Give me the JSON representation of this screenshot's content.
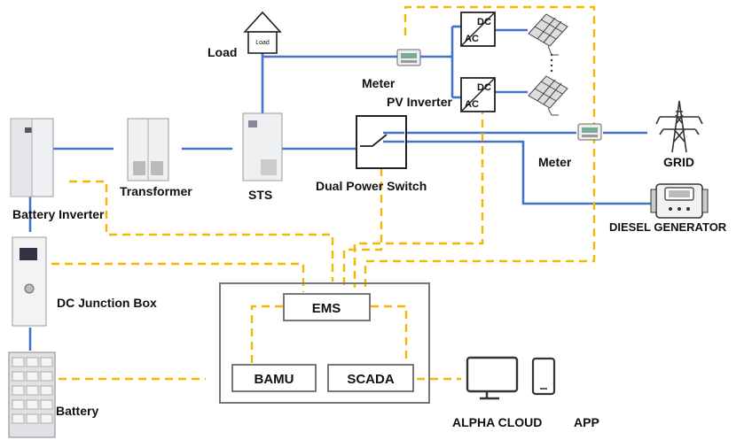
{
  "labels": {
    "load": "Load",
    "load_house": "Load",
    "meter_top": "Meter",
    "pv_inverter": "PV Inverter",
    "meter_right": "Meter",
    "grid": "GRID",
    "diesel": "DIESEL GENERATOR",
    "battery_inverter": "Battery Inverter",
    "transformer": "Transformer",
    "sts": "STS",
    "dual_power_switch": "Dual Power Switch",
    "dc_junction_box": "DC Junction Box",
    "battery": "Battery",
    "alpha_cloud": "ALPHA CLOUD",
    "app": "APP"
  },
  "inverter_text": {
    "dc": "DC",
    "ac": "AC"
  },
  "control": {
    "ems": "EMS",
    "bamu": "BAMU",
    "scada": "SCADA"
  },
  "colors": {
    "power_line": "#4472c4",
    "comm_line": "#f5b800",
    "box": "#777777"
  },
  "icons": [
    "house-icon",
    "meter-icon",
    "inverter-icon",
    "solar-panel-icon",
    "transmission-tower-icon",
    "generator-icon",
    "cabinet-icon",
    "battery-rack-icon",
    "monitor-icon",
    "phone-icon",
    "switch-icon"
  ]
}
